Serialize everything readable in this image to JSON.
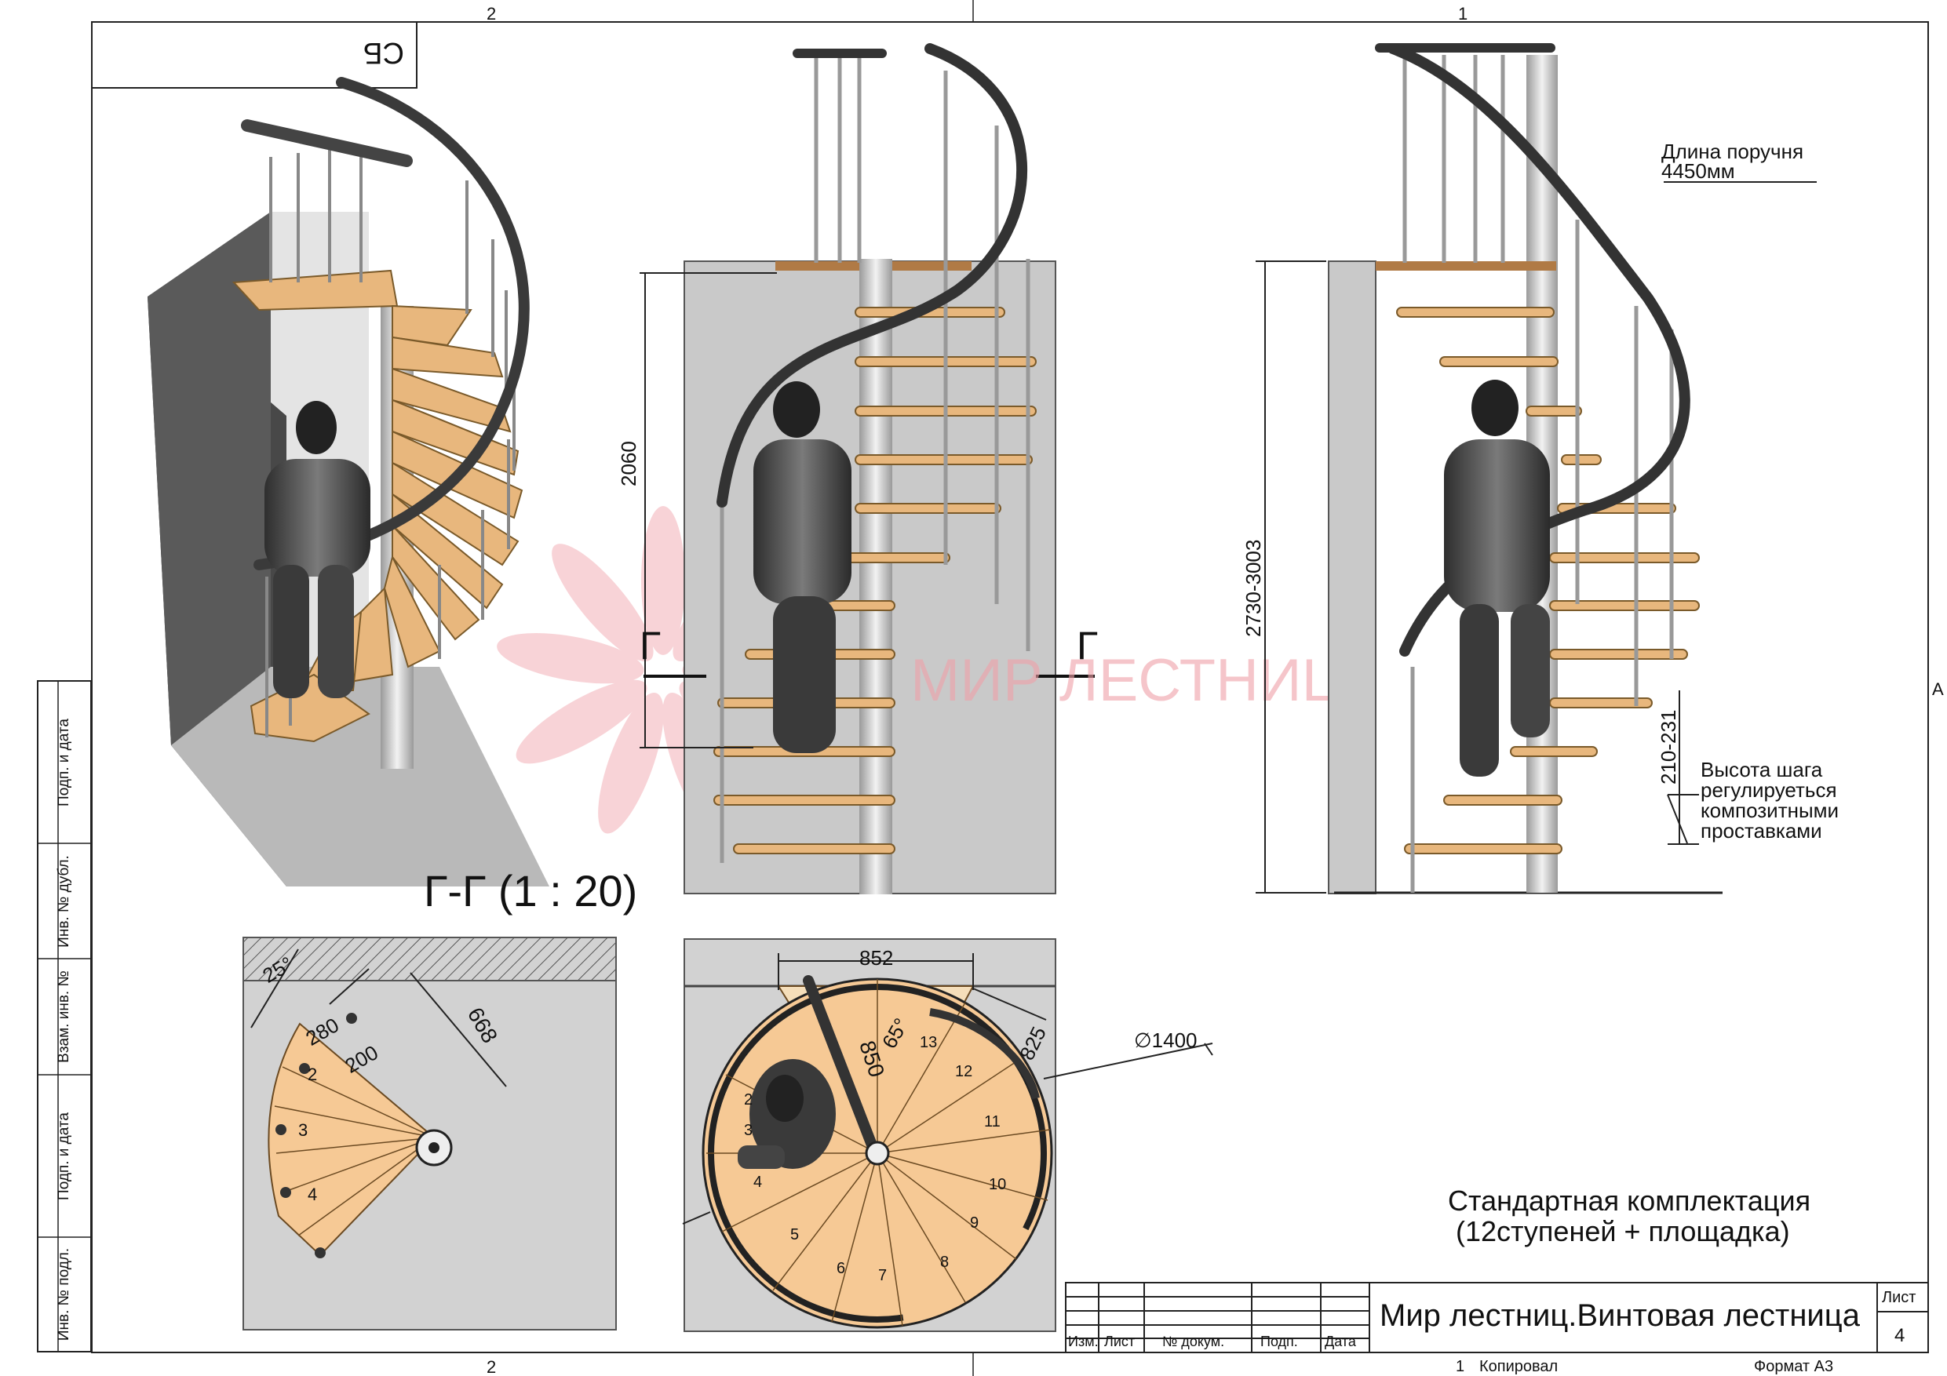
{
  "frame": {
    "zone_top_left": "2",
    "zone_top_right": "1",
    "zone_bottom_left": "2",
    "zone_right": "A",
    "stamp": "СБ",
    "copied": "Копировал",
    "format": "Формат А3",
    "bottom_marker": "1"
  },
  "side_stamp": {
    "cells": [
      "Подп. и дата",
      "Инв. № дубл.",
      "Взам. инв. №",
      "Подп. и дата",
      "Инв. № подл."
    ]
  },
  "views": {
    "section_label": "Г-Г (1 : 20)",
    "section_mark_left": "Г",
    "section_mark_right": "Г",
    "watermark": "МИР ЛЕСТНИЦ",
    "dim_2060": "2060",
    "dim_height": "2730-3003",
    "dim_step": "210-231",
    "handrail_note_1": "Длина поручня",
    "handrail_note_2": "4450мм",
    "step_note": [
      "Высота шага",
      "регулируеться",
      "композитными",
      "проставками"
    ]
  },
  "plan_left": {
    "angle": "25°",
    "dim_280": "280",
    "dim_200": "200",
    "dim_668": "668",
    "step_numbers": [
      "2",
      "3",
      "4"
    ]
  },
  "plan_right": {
    "dim_852": "852",
    "dim_850": "850",
    "dim_825": "825",
    "angle": "65°",
    "diameter": "∅1400",
    "step_numbers": [
      "2",
      "3",
      "4",
      "5",
      "6",
      "7",
      "8",
      "9",
      "10",
      "11",
      "12",
      "13"
    ]
  },
  "note": {
    "line1": "Стандартная комплектация",
    "line2": "(12ступеней + площадка)"
  },
  "title_block": {
    "title": "Мир лестниц.Винтовая лестница",
    "sheet_label": "Лист",
    "sheet_number": "4",
    "headers": [
      "Изм.",
      "Лист",
      "№ докум.",
      "Подп.",
      "Дата"
    ]
  },
  "colors": {
    "wood": "#e8b77d",
    "wood_light": "#f6d3a6",
    "steel": "#d8d8d8",
    "wall": "#c8c8c8",
    "rail": "#3a3a3a",
    "watermark": "#f0a0a8"
  }
}
